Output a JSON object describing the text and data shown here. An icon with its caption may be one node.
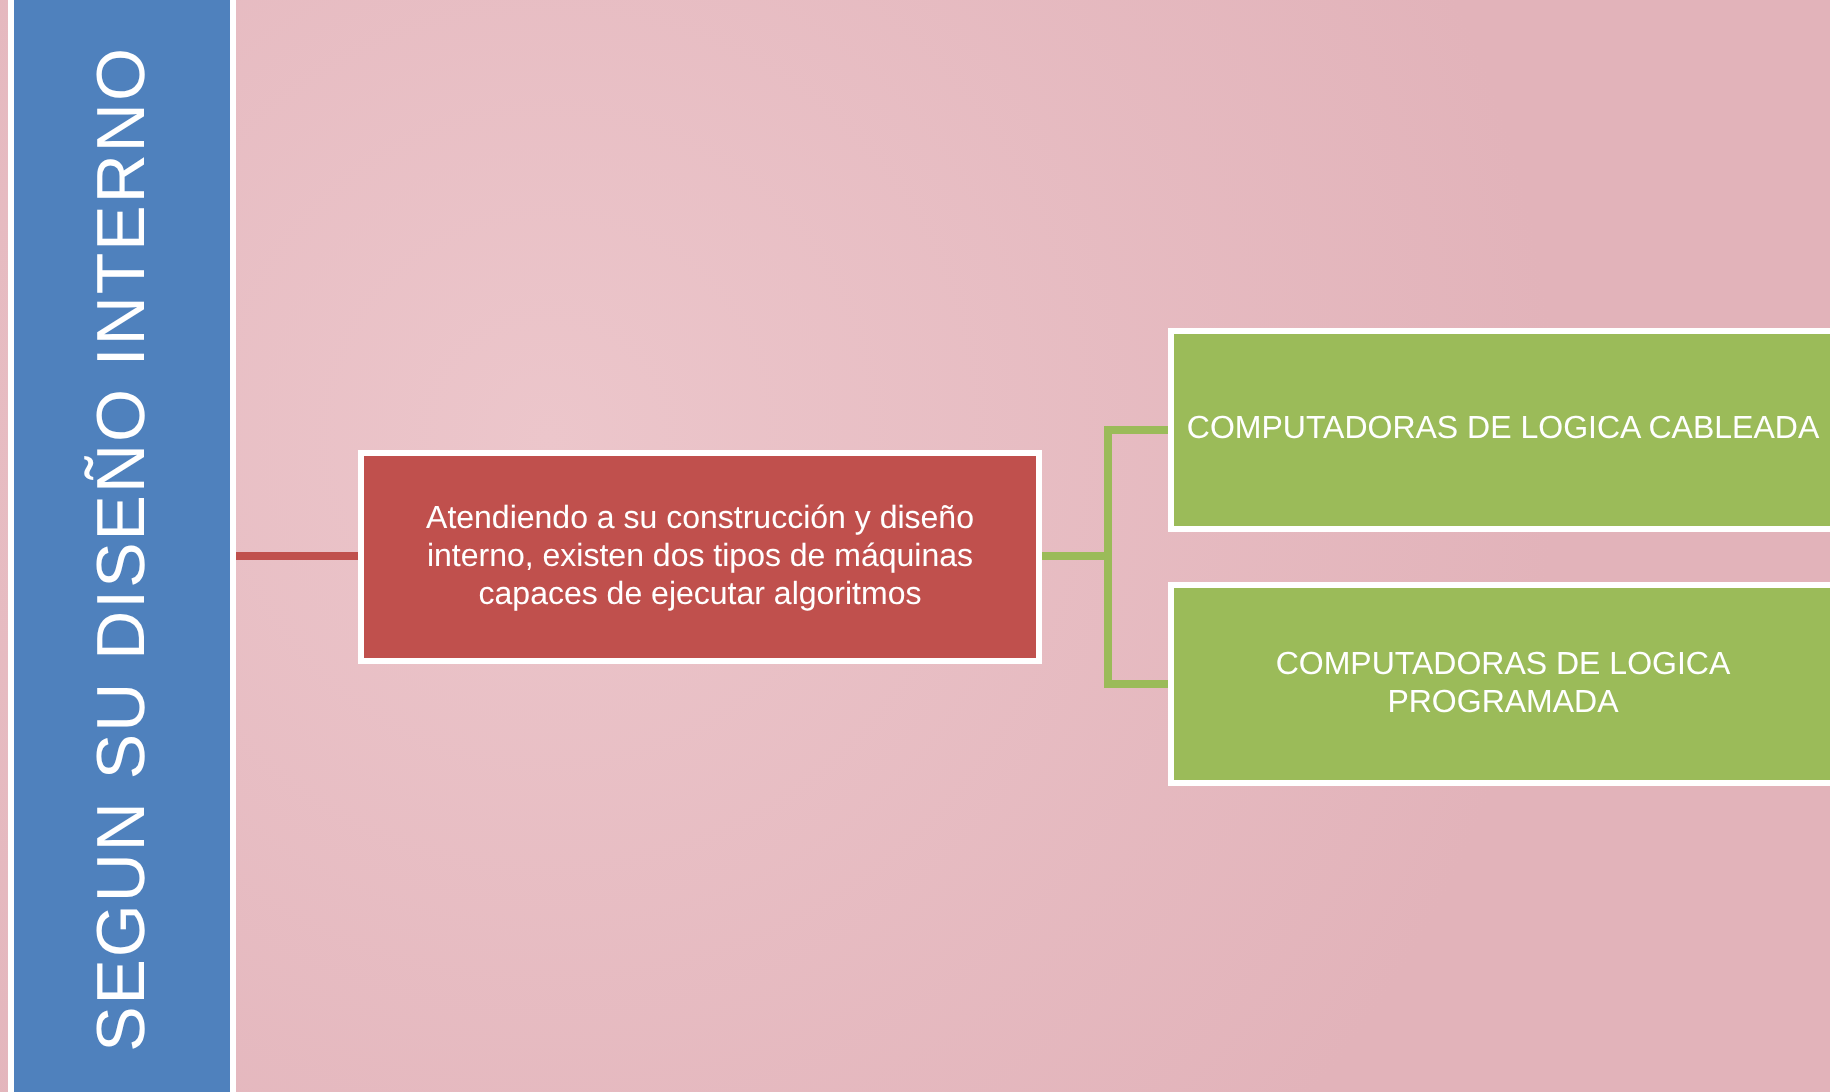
{
  "diagram": {
    "nodes": [
      {
        "text": [
          "SEGUN SU DISEÑO INTERNO"
        ]
      },
      {
        "text": [
          "Atendiendo a su construcción y diseño interno, existen dos tipos de máquinas capaces de ejecutar algoritmos"
        ]
      },
      {
        "text": [
          "COMPUTADORAS DE LOGICA CABLEADA"
        ]
      },
      {
        "text": [
          "COMPUTADORAS DE LOGICA PROGRAMADA"
        ]
      }
    ],
    "edges": [
      {
        "from": 0,
        "to": 1,
        "arrow": "none",
        "color": "#c0504d"
      },
      {
        "from": 1,
        "to": 2,
        "arrow": "none"
      },
      {
        "from": 1,
        "to": 3,
        "arrow": "none"
      }
    ]
  }
}
